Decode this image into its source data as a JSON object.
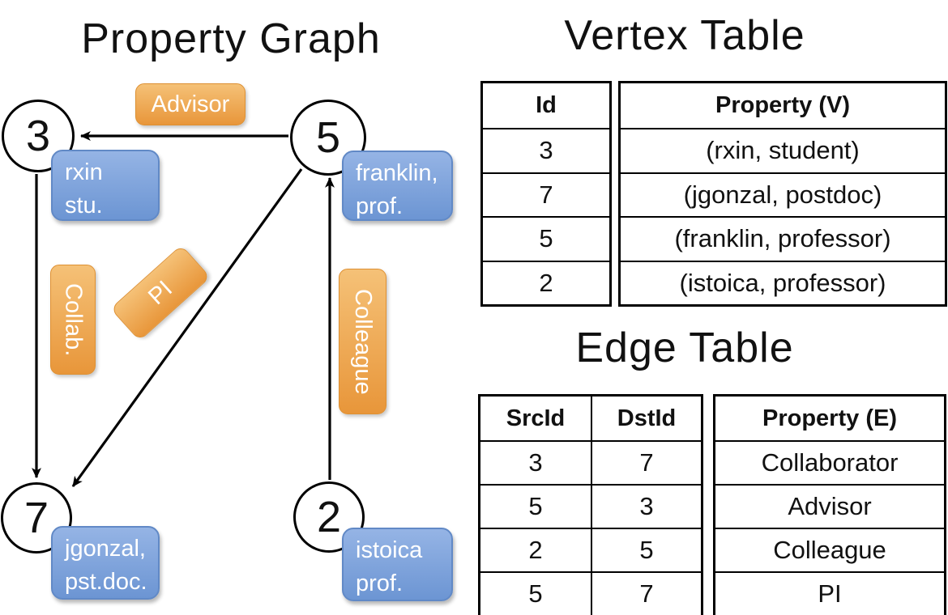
{
  "colors": {
    "orange_light": "#F5C177",
    "orange_dark": "#E8963A",
    "blue_light": "#95B4E5",
    "blue_dark": "#6C95D3",
    "vertex_property_fill": "#DBE5F1",
    "edge_property_fill": "#FBE5CF",
    "line": "#000000"
  },
  "graph": {
    "title": "Property Graph",
    "vertices": [
      {
        "id": "3",
        "line1": "rxin",
        "line2": "stu."
      },
      {
        "id": "5",
        "line1": "franklin,",
        "line2": "prof."
      },
      {
        "id": "7",
        "line1": "jgonzal,",
        "line2": "pst.doc."
      },
      {
        "id": "2",
        "line1": "istoica",
        "line2": "prof."
      }
    ],
    "edges": [
      {
        "src": "5",
        "dst": "3",
        "label": "Advisor"
      },
      {
        "src": "3",
        "dst": "7",
        "label": "Collab."
      },
      {
        "src": "5",
        "dst": "7",
        "label": "PI"
      },
      {
        "src": "2",
        "dst": "5",
        "label": "Colleague"
      }
    ]
  },
  "vertex_table": {
    "title": "Vertex Table",
    "columns": [
      "Id",
      "Property (V)"
    ],
    "rows": [
      {
        "id": "3",
        "property": "(rxin, student)"
      },
      {
        "id": "7",
        "property": "(jgonzal, postdoc)"
      },
      {
        "id": "5",
        "property": "(franklin, professor)"
      },
      {
        "id": "2",
        "property": "(istoica, professor)"
      }
    ]
  },
  "edge_table": {
    "title": "Edge Table",
    "columns": [
      "SrcId",
      "DstId",
      "Property (E)"
    ],
    "rows": [
      {
        "src": "3",
        "dst": "7",
        "property": "Collaborator"
      },
      {
        "src": "5",
        "dst": "3",
        "property": "Advisor"
      },
      {
        "src": "2",
        "dst": "5",
        "property": "Colleague"
      },
      {
        "src": "5",
        "dst": "7",
        "property": "PI"
      }
    ]
  }
}
